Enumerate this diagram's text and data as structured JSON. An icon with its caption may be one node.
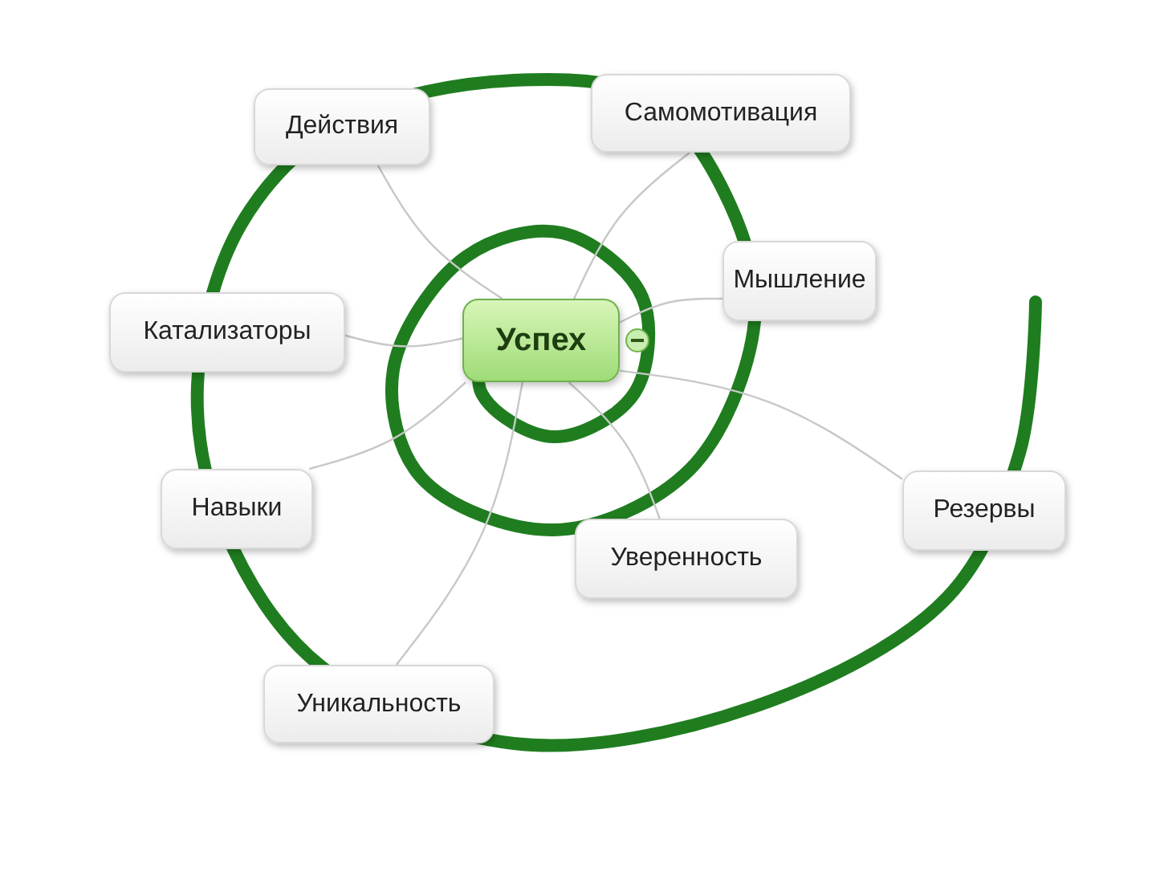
{
  "diagram": {
    "nodes": [
      {
        "text": [
          "Успех"
        ]
      },
      {
        "text": [
          "Действия"
        ]
      },
      {
        "text": [
          "Самомотивация"
        ]
      },
      {
        "text": [
          "Мышление"
        ]
      },
      {
        "text": [
          "Катализаторы"
        ]
      },
      {
        "text": [
          "Навыки"
        ]
      },
      {
        "text": [
          "Резервы"
        ]
      },
      {
        "text": [
          "Уверенность"
        ]
      },
      {
        "text": [
          "Уникальность"
        ]
      }
    ],
    "edges": [
      {
        "from": 0,
        "to": 1,
        "arrow": "none"
      },
      {
        "from": 0,
        "to": 2,
        "arrow": "none"
      },
      {
        "from": 0,
        "to": 3,
        "arrow": "none"
      },
      {
        "from": 0,
        "to": 4,
        "arrow": "none"
      },
      {
        "from": 0,
        "to": 5,
        "arrow": "none"
      },
      {
        "from": 0,
        "to": 6,
        "arrow": "none"
      },
      {
        "from": 0,
        "to": 7,
        "arrow": "none"
      },
      {
        "from": 0,
        "to": 8,
        "arrow": "none"
      }
    ]
  }
}
